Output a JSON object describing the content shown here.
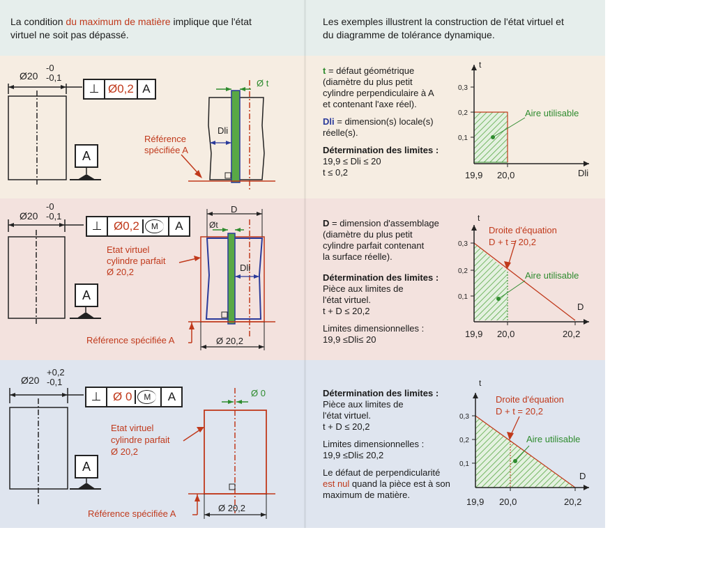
{
  "colors": {
    "top_band": "#e6eeec",
    "row1_band": "#f6ede2",
    "row2_band": "#f3e2de",
    "row3_band": "#dfe5ef",
    "accent_red": "#c0391b",
    "accent_green": "#2e8b2e",
    "dli_blue": "#2a3a9a",
    "hatch_green": "#59a845"
  },
  "header": {
    "left": {
      "pre": "La condition ",
      "highlight": "du maximum de matière",
      "post": " implique que l'état",
      "line2": "virtuel ne soit pas dépassé."
    },
    "right": {
      "line1": "Les exemples illustrent la construction de l'état virtuel et",
      "line2": "du diagramme de tolérance dynamique."
    }
  },
  "row1": {
    "drawing": {
      "dim": "Ø20",
      "tol_upper": "-0",
      "tol_lower": "-0,1",
      "fcf_symbol": "⊥",
      "fcf_tol": "Ø0,2",
      "fcf_datum": "A",
      "datum": "A",
      "ref_line1": "Référence",
      "ref_line2": "spécifiée A",
      "phi_t": "Ø t",
      "dli": "Dli"
    },
    "text": {
      "t_var": "t",
      "t_def1": " = défaut géométrique",
      "t_def2": "(diamètre du plus petit",
      "t_def3": "cylindre perpendiculaire à A",
      "t_def4": "et contenant l'axe réel).",
      "dli_var": "Dli",
      "dli_def1": " = dimension(s) locale(s)",
      "dli_def2": "réelle(s).",
      "lim_title": "Détermination des limites :",
      "lim1": "19,9 ≤ Dli ≤ 20",
      "lim2": "t ≤ 0,2"
    },
    "chart": {
      "ylabel": "t",
      "xlabel": "Dli",
      "yticks": [
        "0,3",
        "0,2",
        "0,1"
      ],
      "xticks": [
        "19,9",
        "20,0"
      ],
      "area_label": "Aire utilisable"
    }
  },
  "row2": {
    "drawing": {
      "dim": "Ø20",
      "tol_upper": "-0",
      "tol_lower": "-0,1",
      "fcf_symbol": "⊥",
      "fcf_tol": "Ø0,2",
      "fcf_mod": "M",
      "fcf_datum": "A",
      "datum": "A",
      "virt1": "Etat virtuel",
      "virt2": "cylindre parfait",
      "virt3": "Ø 20,2",
      "ref": "Référence spécifiée A",
      "d_label": "D",
      "phi_t": "Øt",
      "dli": "Dli",
      "dim_bottom": "Ø 20,2"
    },
    "text": {
      "d_var": "D",
      "d_def1": " = dimension d'assemblage",
      "d_def2": "(diamètre du plus petit",
      "d_def3": "cylindre parfait contenant",
      "d_def4": "la surface réelle).",
      "lim_title": "Détermination des limites :",
      "lim1": "Pièce aux limites de",
      "lim2": "l'état virtuel.",
      "lim3": "t + D ≤ 20,2",
      "dimlim_title": "Limites dimensionnelles :",
      "dimlim": "19,9 ≤Dli≤ 20"
    },
    "chart": {
      "ylabel": "t",
      "xlabel": "D",
      "yticks": [
        "0,3",
        "0,2",
        "0,1"
      ],
      "xticks": [
        "19,9",
        "20,0",
        "20,2"
      ],
      "eq1": "Droite d'équation",
      "eq2": "D + t = 20,2",
      "area_label": "Aire utilisable"
    }
  },
  "row3": {
    "drawing": {
      "dim": "Ø20",
      "tol_upper": "+0,2",
      "tol_lower": "-0,1",
      "fcf_symbol": "⊥",
      "fcf_tol": "Ø 0",
      "fcf_mod": "M",
      "fcf_datum": "A",
      "datum": "A",
      "virt1": "Etat virtuel",
      "virt2": "cylindre parfait",
      "virt3": "Ø 20,2",
      "ref": "Référence spécifiée A",
      "phi0": "Ø 0",
      "dim_bottom": "Ø 20,2"
    },
    "text": {
      "lim_title": "Détermination des limites :",
      "lim1": "Pièce aux limites de",
      "lim2": "l'état virtuel.",
      "lim3": "t + D ≤ 20,2",
      "dimlim_title": "Limites dimensionnelles :",
      "dimlim": "19,9 ≤Dli≤ 20,2",
      "note1": "Le défaut de perpendicularité",
      "note2_red": "est nul",
      "note2_rest": " quand la pièce est à son",
      "note3": "maximum de matière."
    },
    "chart": {
      "ylabel": "t",
      "xlabel": "D",
      "yticks": [
        "0,3",
        "0,2",
        "0,1"
      ],
      "xticks": [
        "19,9",
        "20,0",
        "20,2"
      ],
      "eq1": "Droite d'équation",
      "eq2": "D + t = 20,2",
      "area_label": "Aire utilisable"
    }
  }
}
